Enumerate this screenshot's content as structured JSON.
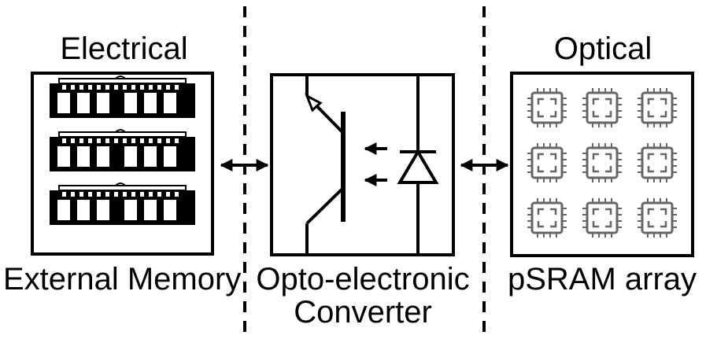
{
  "labels": {
    "electrical": "Electrical",
    "optical": "Optical",
    "external_memory": "External Memory",
    "converter_line1": "Opto-electronic",
    "converter_line2": "Converter",
    "psram_array": "pSRAM array"
  },
  "blocks": {
    "external_memory_modules": 3,
    "psram_grid": {
      "rows": 3,
      "cols": 3
    }
  },
  "colors": {
    "ink": "#000000",
    "chip_gray": "#666666",
    "background": "#ffffff"
  }
}
